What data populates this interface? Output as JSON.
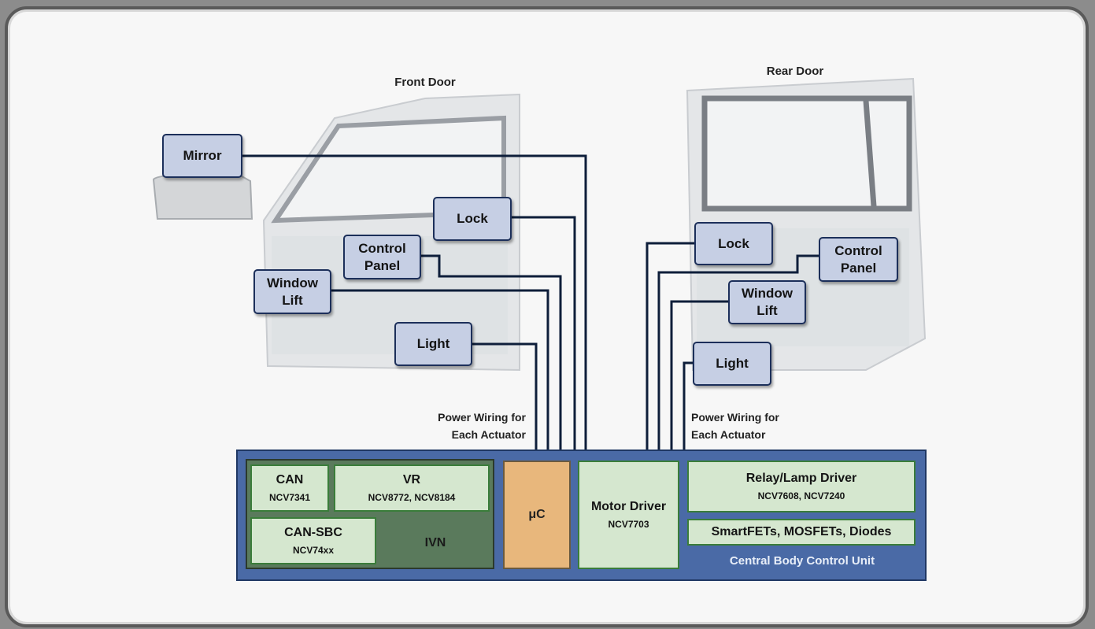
{
  "front_door": {
    "title": "Front Door",
    "actuators": {
      "mirror": "Mirror",
      "lock": "Lock",
      "control_panel": "Control\nPanel",
      "window_lift": "Window\nLift",
      "light": "Light"
    },
    "power_wiring": "Power Wiring for\nEach Actuator"
  },
  "rear_door": {
    "title": "Rear Door",
    "actuators": {
      "lock": "Lock",
      "control_panel": "Control\nPanel",
      "window_lift": "Window\nLift",
      "light": "Light"
    },
    "power_wiring": "Power Wiring for\nEach Actuator"
  },
  "control_unit": {
    "title": "Central Body Control Unit",
    "ivn": {
      "label": "IVN",
      "can": {
        "name": "CAN",
        "parts": "NCV7341"
      },
      "vr": {
        "name": "VR",
        "parts": "NCV8772, NCV8184"
      },
      "can_sbc": {
        "name": "CAN-SBC",
        "parts": "NCV74xx"
      }
    },
    "microcontroller": "μC",
    "motor_driver": {
      "name": "Motor Driver",
      "parts": "NCV7703"
    },
    "relay_lamp_driver": {
      "name": "Relay/Lamp Driver",
      "parts": "NCV7608, NCV7240"
    },
    "switches": "SmartFETs, MOSFETs, Diodes"
  },
  "colors": {
    "wire": "#0e1e3a",
    "actuator_fill": "#c6cfe4",
    "unit_blue": "#4a6aa6",
    "chip_green": "#d5e7cf",
    "ivn_green": "#5a7a5c",
    "uc_orange": "#e8b77c"
  }
}
